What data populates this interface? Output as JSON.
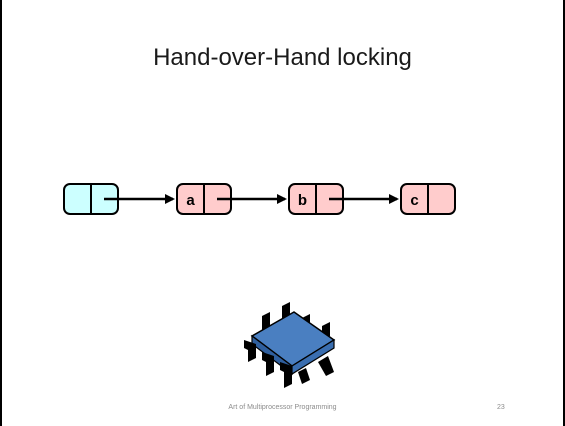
{
  "slide": {
    "title": "Hand-over-Hand locking",
    "footer": "Art of Multiprocessor Programming",
    "page_number": "23"
  },
  "list": {
    "nodes": [
      {
        "label": "",
        "kind": "head",
        "fill": "#ccffff"
      },
      {
        "label": "a",
        "kind": "node",
        "fill": "#ffcccc"
      },
      {
        "label": "b",
        "kind": "node",
        "fill": "#ffcccc"
      },
      {
        "label": "c",
        "kind": "node",
        "fill": "#ffcccc"
      }
    ]
  },
  "icons": {
    "thread": "thread-chip-icon"
  },
  "colors": {
    "chip": "#4a7fc1",
    "chip_legs": "#000000"
  }
}
